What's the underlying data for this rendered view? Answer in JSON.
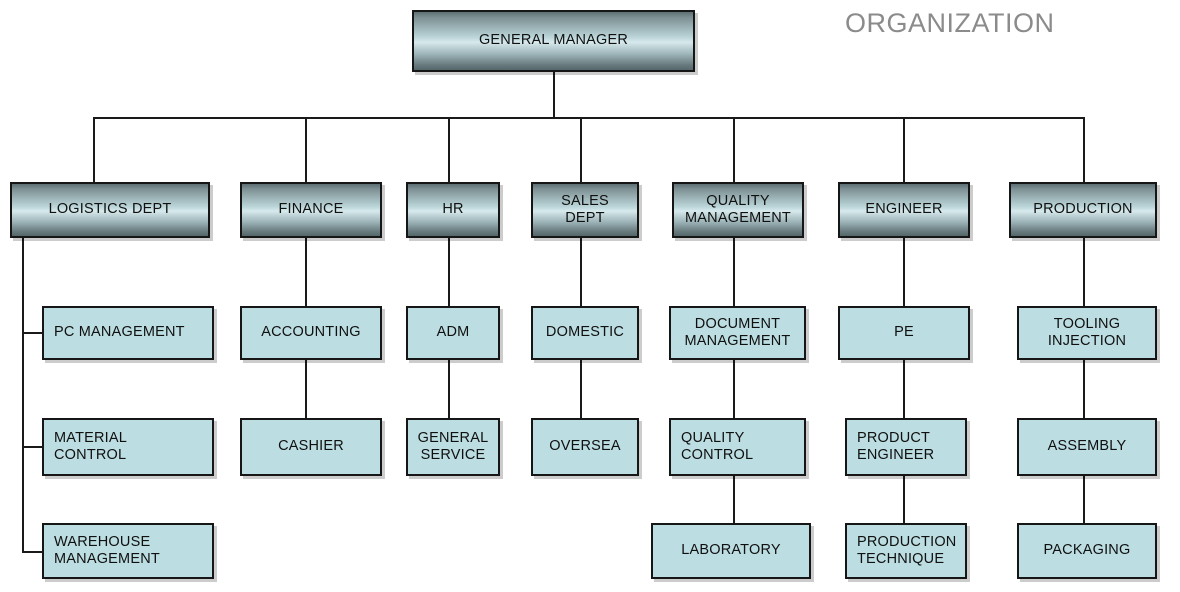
{
  "title": "ORGANIZATION",
  "colors": {
    "leaf_fill": "#bcdde1",
    "node_border": "#161616",
    "connector": "#1a1a1a",
    "title_text": "#8b8b8b",
    "background": "#ffffff"
  },
  "root": {
    "label": "GENERAL MANAGER"
  },
  "departments": [
    {
      "label": "LOGISTICS DEPT"
    },
    {
      "label": "FINANCE"
    },
    {
      "label": "HR"
    },
    {
      "label": "SALES\nDEPT"
    },
    {
      "label": "QUALITY\nMANAGEMENT"
    },
    {
      "label": "ENGINEER"
    },
    {
      "label": "PRODUCTION"
    }
  ],
  "dept_sales_line1": "SALES",
  "dept_sales_line2": "DEPT",
  "dept_quality_line1": "QUALITY",
  "dept_quality_line2": "MANAGEMENT",
  "children": {
    "logistics": [
      {
        "label": "PC MANAGEMENT"
      },
      {
        "label_line1": "MATERIAL",
        "label_line2": "CONTROL"
      },
      {
        "label_line1": "WAREHOUSE",
        "label_line2": "MANAGEMENT"
      }
    ],
    "finance": [
      {
        "label": "ACCOUNTING"
      },
      {
        "label": "CASHIER"
      }
    ],
    "hr": [
      {
        "label": "ADM"
      },
      {
        "label_line1": "GENERAL",
        "label_line2": "SERVICE"
      }
    ],
    "sales": [
      {
        "label": "DOMESTIC"
      },
      {
        "label": "OVERSEA"
      }
    ],
    "quality": [
      {
        "label_line1": "DOCUMENT",
        "label_line2": "MANAGEMENT"
      },
      {
        "label_line1": "QUALITY",
        "label_line2": "CONTROL"
      },
      {
        "label": "LABORATORY"
      }
    ],
    "engineer": [
      {
        "label": "PE"
      },
      {
        "label_line1": "PRODUCT",
        "label_line2": "ENGINEER"
      },
      {
        "label_line1": "PRODUCTION",
        "label_line2": "TECHNIQUE"
      }
    ],
    "production": [
      {
        "label_line1": "TOOLING",
        "label_line2": "INJECTION"
      },
      {
        "label": "ASSEMBLY"
      },
      {
        "label": "PACKAGING"
      }
    ]
  }
}
